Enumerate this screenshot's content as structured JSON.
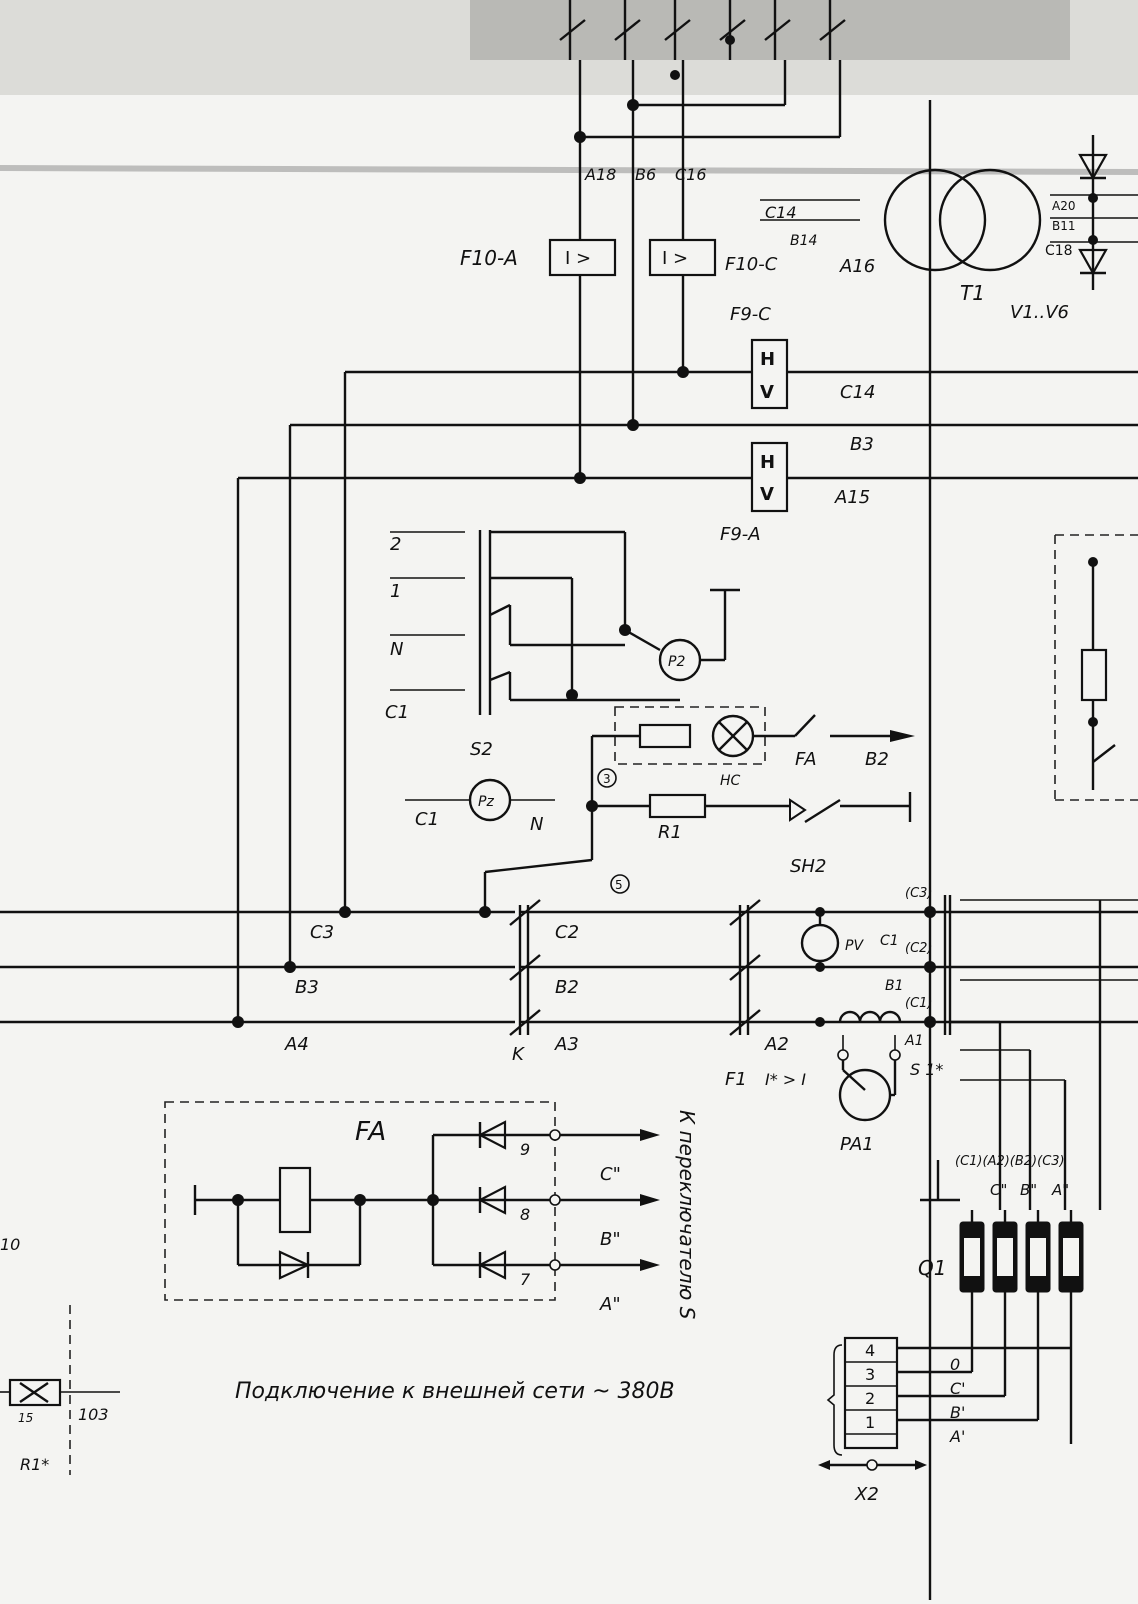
{
  "labels": {
    "f10a": "F10-A",
    "f10c": "F10-C",
    "rel_gt": "I >",
    "a18": "A18",
    "b6": "B6",
    "c16": "C16",
    "c14_top": "C14",
    "b14": "B14",
    "a16": "A16",
    "f9c": "F9-C",
    "t1": "T1",
    "v1v6": "V1..V6",
    "a20": "A20",
    "b11": "B11",
    "c18": "C18",
    "c14": "C14",
    "b3": "B3",
    "a15": "A15",
    "f9a": "F9-A",
    "v_h": "V H",
    "sw_2": "2",
    "sw_1": "1",
    "sw_n": "N",
    "sw_c1": "C1",
    "s2": "S2",
    "p2": "P2",
    "pz": "Pz",
    "fa": "FA",
    "b2_top": "B2",
    "hc": "HC",
    "node3": "3",
    "n": "N",
    "c1_pz": "C1",
    "r1": "R1",
    "sh2": "SH2",
    "node5": "5",
    "c3": "C3",
    "c2": "C2",
    "b3_bus": "B3",
    "b2": "B2",
    "a4": "A4",
    "k": "K",
    "a3": "A3",
    "a2": "A2",
    "f1": "F1",
    "c3p": "(C3)",
    "c2p": "(C2)",
    "c1p": "(C1)",
    "c1": "C1",
    "pv": "PV",
    "b1": "B1",
    "a1": "A1",
    "s1": "S 1*",
    "rel_f1": "I* > I",
    "pa1": "PA1",
    "fa_box": "FA",
    "d9": "9",
    "d8": "8",
    "d7": "7",
    "to_switch": "К переключателю S",
    "c_dd": "C\"",
    "b_dd": "B\"",
    "a_dd": "A\"",
    "connect": "Подключение к внешней сети ~ 380В",
    "q1": "Q1",
    "fuse_hdr": "(C1)(A2)(B2)(C3)",
    "a_q": "A\"",
    "b_q": "B\"",
    "c_q": "C\"",
    "t_0": "0",
    "t_c": "C'",
    "t_b": "B'",
    "t_a": "A'",
    "x2": "X2",
    "term4": "4",
    "term3": "3",
    "term2": "2",
    "term1": "1",
    "k103": "103",
    "k15": "15",
    "r1x": "R1*",
    "k10": "10"
  }
}
